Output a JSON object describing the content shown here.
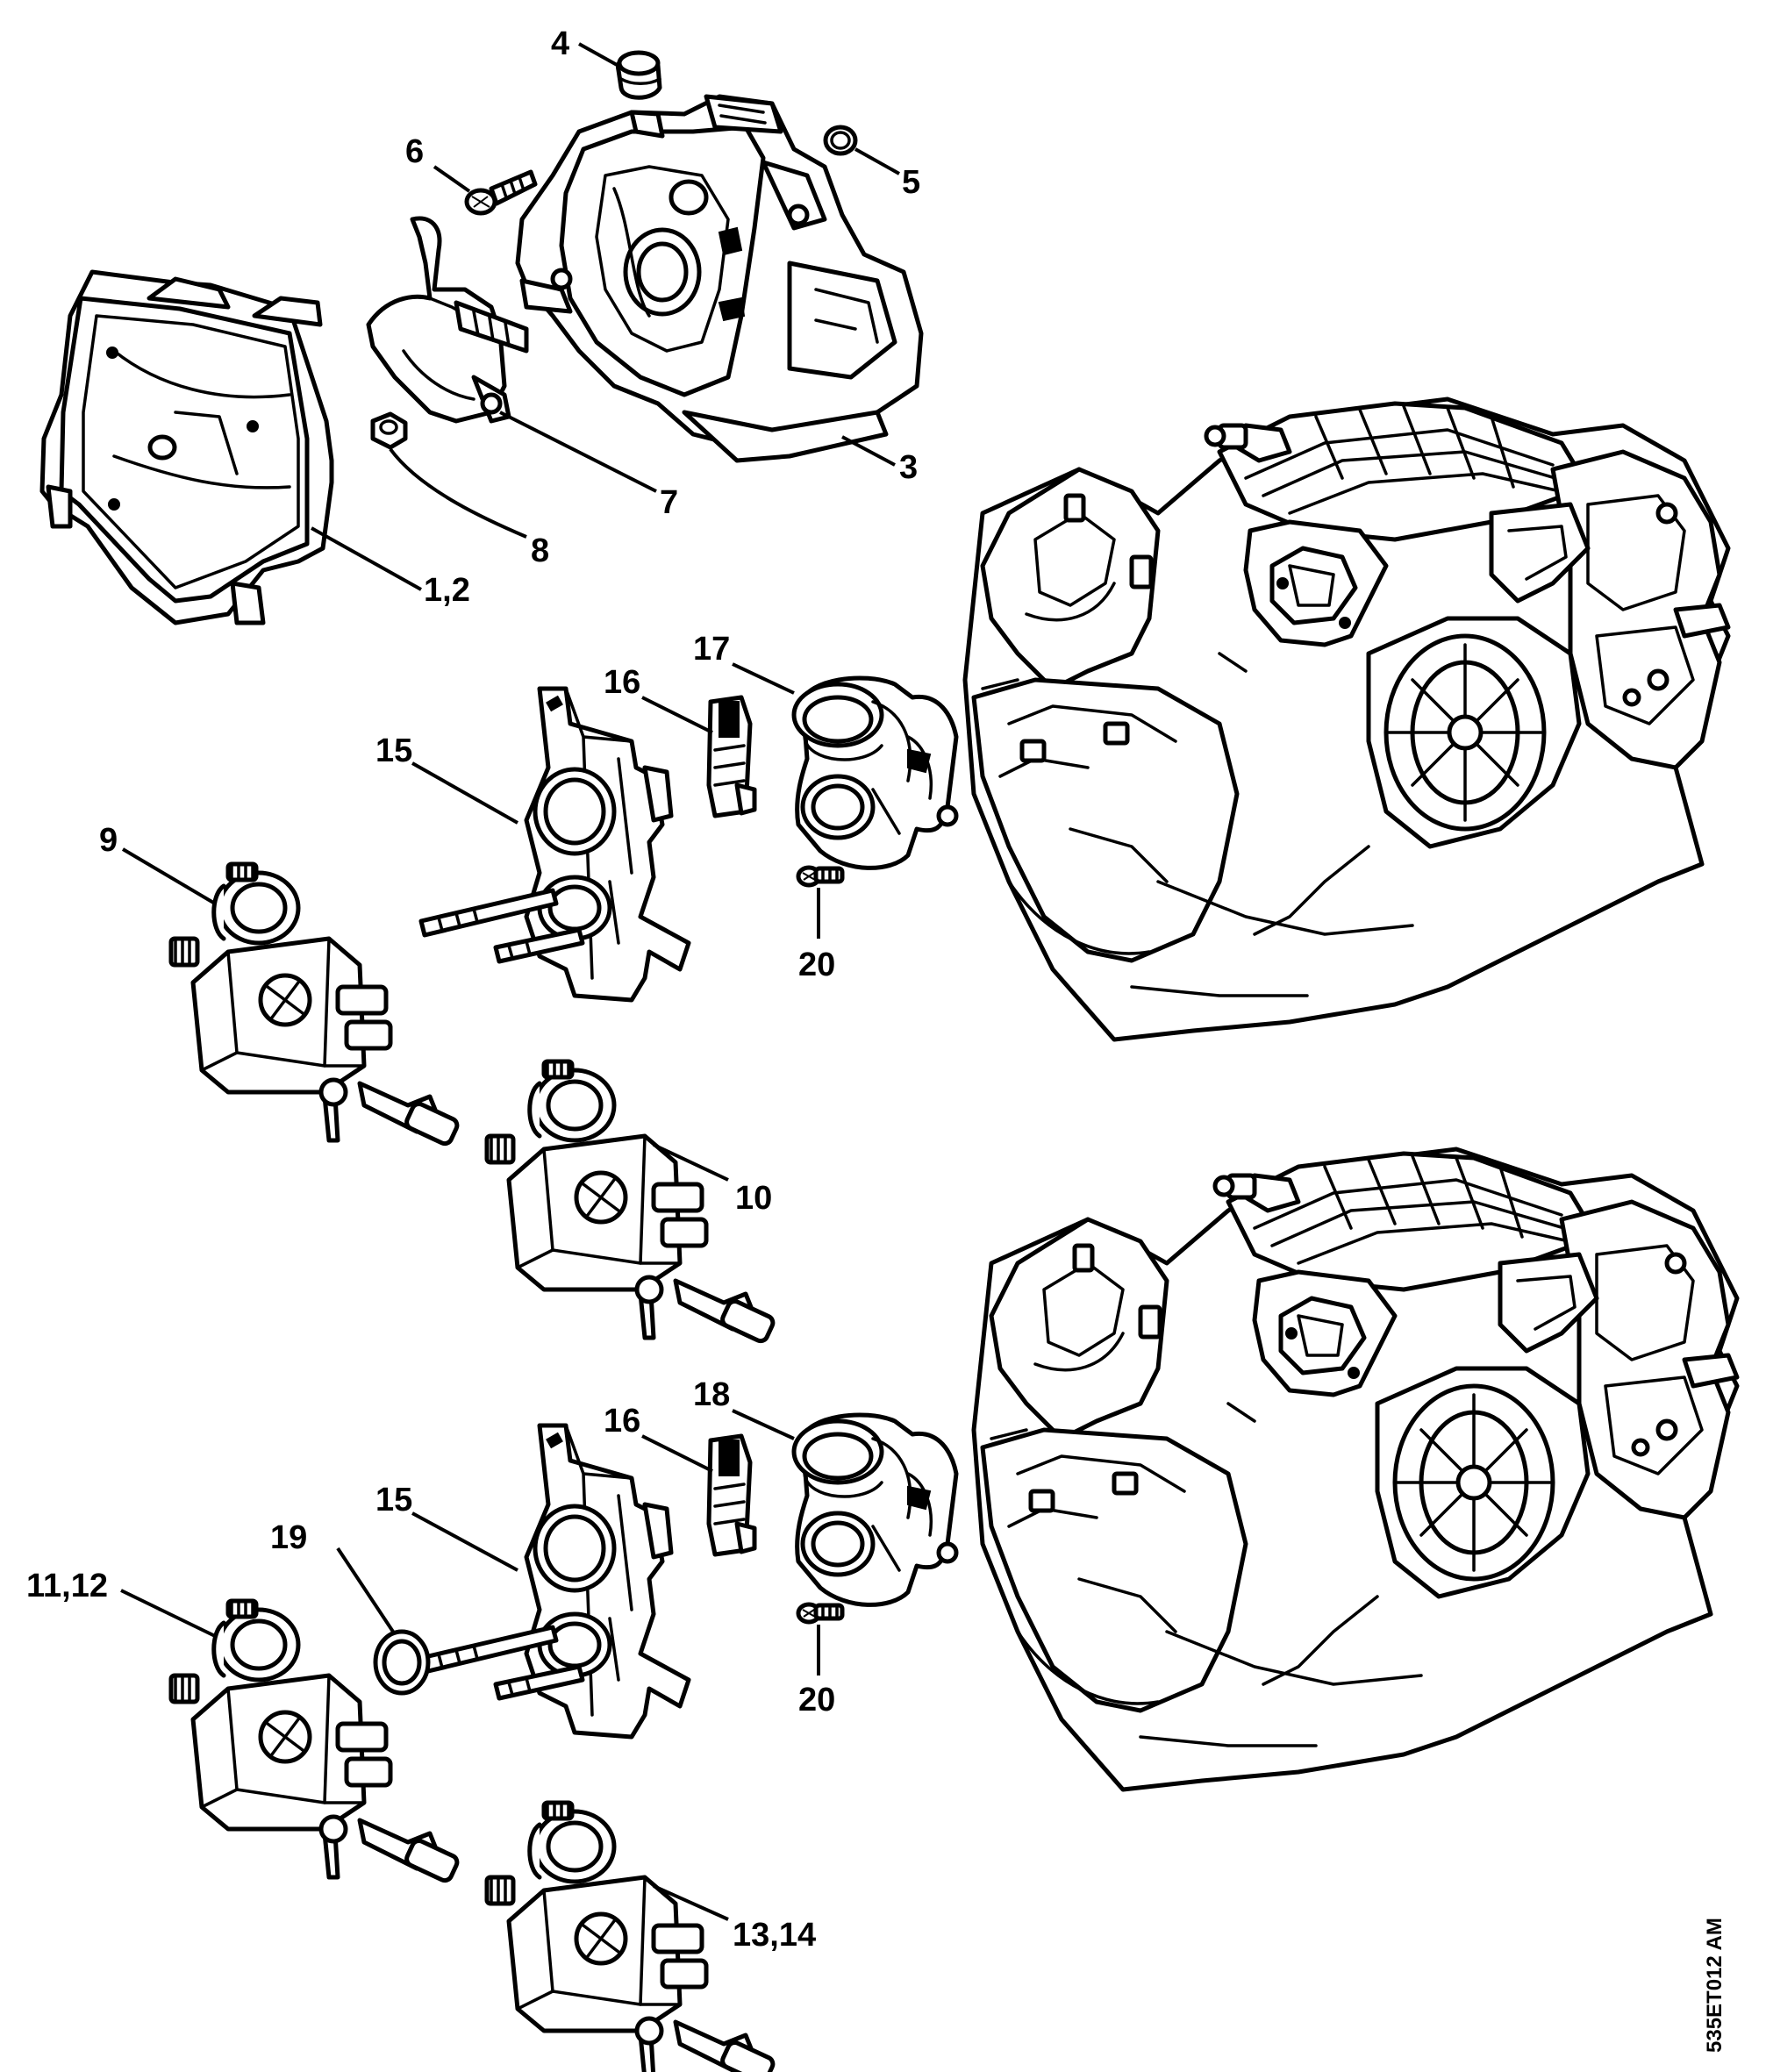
{
  "callouts": {
    "c1_2": "1,2",
    "c3": "3",
    "c4": "4",
    "c5": "5",
    "c6": "6",
    "c7": "7",
    "c8": "8",
    "c9": "9",
    "c10": "10",
    "c11_12": "11,12",
    "c13_14": "13,14",
    "c15_top": "15",
    "c15_bottom": "15",
    "c16_top": "16",
    "c16_bottom": "16",
    "c17": "17",
    "c18": "18",
    "c19": "19",
    "c20_top": "20",
    "c20_bottom": "20"
  },
  "drawing_code": "535ET012 AM"
}
